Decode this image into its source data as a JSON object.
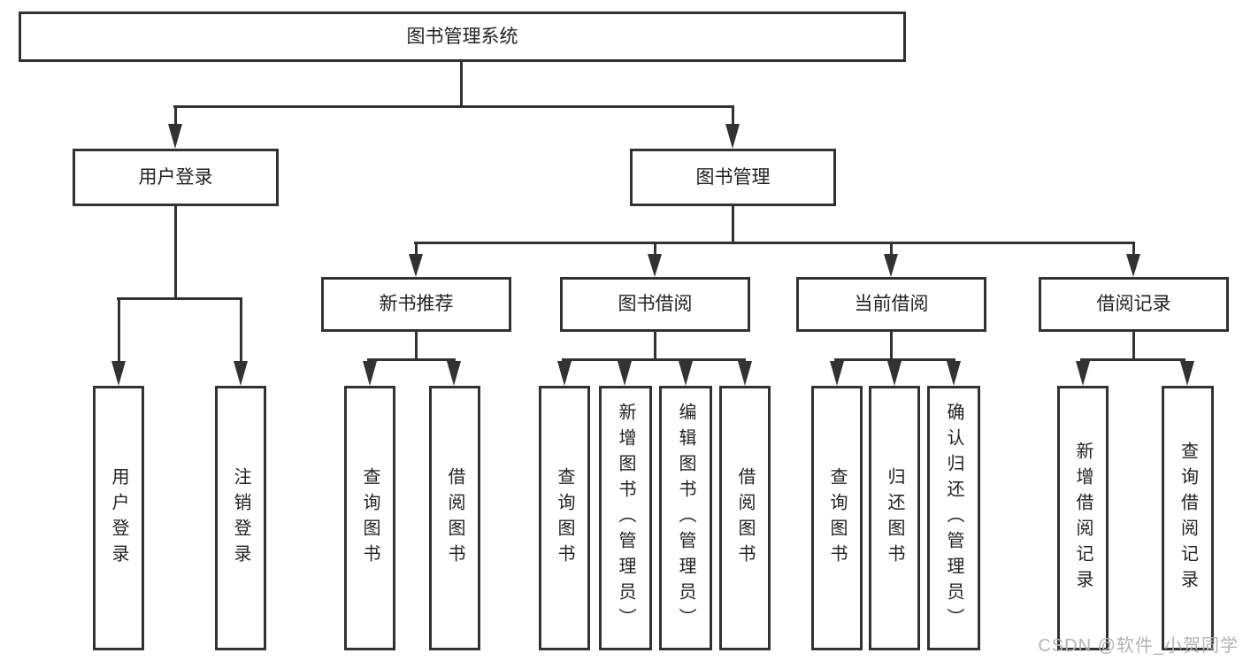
{
  "diagram": {
    "root": {
      "label": "图书管理系统"
    },
    "branches": [
      {
        "label": "用户登录",
        "leaves": [
          {
            "label": "用户登录"
          },
          {
            "label": "注销登录"
          }
        ]
      },
      {
        "label": "图书管理",
        "modules": [
          {
            "label": "新书推荐",
            "leaves": [
              {
                "label": "查询图书"
              },
              {
                "label": "借阅图书"
              }
            ]
          },
          {
            "label": "图书借阅",
            "leaves": [
              {
                "label": "查询图书"
              },
              {
                "label": "新增图书（管理员）"
              },
              {
                "label": "编辑图书（管理员）"
              },
              {
                "label": "借阅图书"
              }
            ]
          },
          {
            "label": "当前借阅",
            "leaves": [
              {
                "label": "查询图书"
              },
              {
                "label": "归还图书"
              },
              {
                "label": "确认归还（管理员）"
              }
            ]
          },
          {
            "label": "借阅记录",
            "leaves": [
              {
                "label": "新增借阅记录"
              },
              {
                "label": "查询借阅记录"
              }
            ]
          }
        ]
      }
    ]
  },
  "watermark": {
    "text": "CSDN @软件_小贺同学",
    "color": "#b3b3b3"
  },
  "colors": {
    "line": "#323232",
    "text": "#222222",
    "background": "#ffffff"
  }
}
